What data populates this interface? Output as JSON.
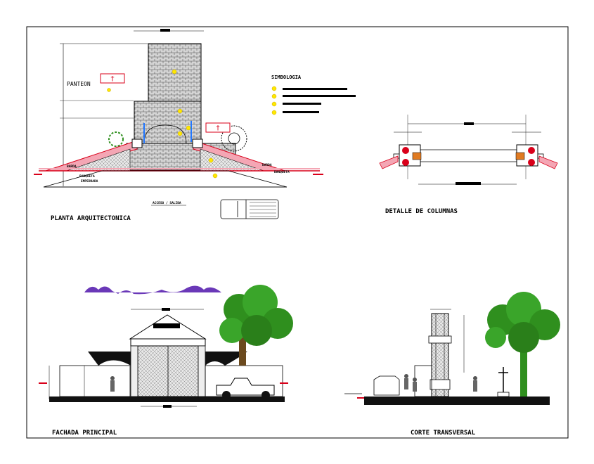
{
  "sheet": {
    "views": {
      "plan": "PLANTA ARQUITECTONICA",
      "columns": "DETALLE DE COLUMNAS",
      "facade": "FACHADA PRINCIPAL",
      "section": "CORTE TRANSVERSAL"
    },
    "plan_labels": {
      "panteon": "PANTEON",
      "barda_left": "BARDA",
      "barda_right": "BARDA",
      "banqueta": "BANQUETA",
      "banqueta_right": "BANQUETA",
      "banqueta_empedrada": "EMPEDRADA",
      "acceso": "ACCESO / SALIDA",
      "cross_symbol": "†"
    },
    "legend": {
      "title": "SIMBOLOGIA"
    },
    "colors": {
      "line": "#000000",
      "wall_red": "#d9001a",
      "pink_fill": "#f4a6b4",
      "brick_gray": "#bdbdbd",
      "tree_green": "#2f8f1e",
      "orange": "#e07b22",
      "purple": "#6a38b8",
      "blue": "#2277ff",
      "yellow": "#ffe800"
    }
  }
}
